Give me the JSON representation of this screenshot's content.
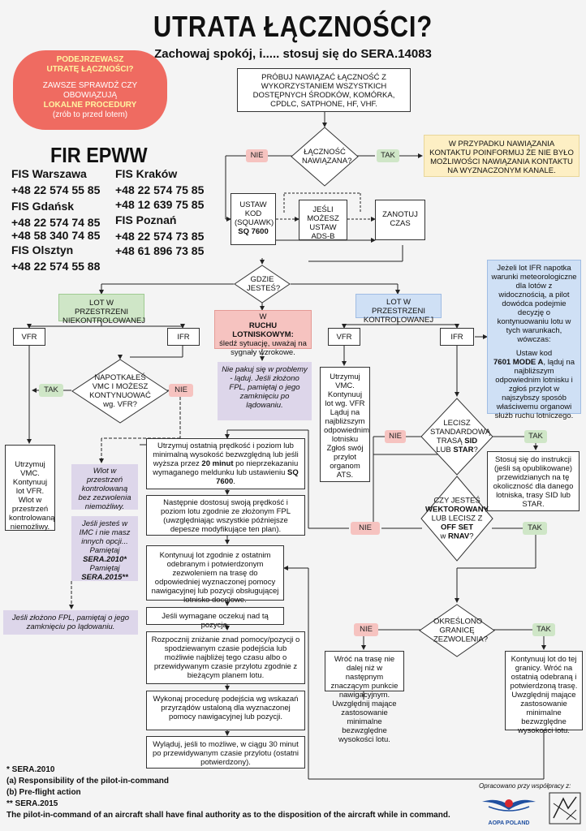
{
  "header": {
    "title": "UTRATA ŁĄCZNOŚCI?",
    "subtitle": "Zachowaj spokój, i..... stosuj się do SERA.14083"
  },
  "warning_bubble": {
    "line1": "PODEJRZEWASZ",
    "line2": "UTRATĘ ŁĄCZNOŚCI?",
    "line3": "ZAWSZE SPRAWDŹ CZY",
    "line4": "OBOWIĄZUJĄ",
    "line5": "LOKALNE PROCEDURY",
    "line6": "(zrób to przed lotem)"
  },
  "fir": {
    "title": "FIR EPWW",
    "left": [
      {
        "name": "FIS Warszawa",
        "numbers": [
          "+48 22 574 55 85"
        ]
      },
      {
        "name": "FIS Gdańsk",
        "numbers": [
          "+48 22 574 74 85",
          "+48 58 340 74 85"
        ]
      },
      {
        "name": "FIS Olsztyn",
        "numbers": [
          "+48 22 574 55 88"
        ]
      }
    ],
    "right": [
      {
        "name": "FIS Kraków",
        "numbers": [
          "+48 22 574 75 85",
          "+48 12 639 75 85"
        ]
      },
      {
        "name": "FIS Poznań",
        "numbers": [
          "+48 22 574 73 85",
          "+48 61 896 73 85"
        ]
      }
    ]
  },
  "flow": {
    "try_contact": "PRÓBUJ NAWIĄZAĆ ŁĄCZNOŚĆ Z WYKORZYSTANIEM WSZYSTKICH DOSTĘPNYCH ŚRODKÓW, KOMÓRKA, CPDLC, SATPHONE, HF, VHF.",
    "contact_q": "ŁĄCZNOŚĆ NAWIĄZANA?",
    "nie": "NIE",
    "tak": "TAK",
    "contact_yes": "W PRZYPADKU NAWIĄZANIA KONTAKTU POINFORMUJ ŻE NIE BYŁO MOŻLIWOŚCI NAWIĄZANIA KONTAKTU NA WYZNACZONYM KANALE.",
    "squawk_1": "USTAW KOD (SQUAWK)",
    "squawk_2": "SQ 7600",
    "adsb": "JEŚLI MOŻESZ USTAW ADS-B",
    "note_time": "ZANOTUJ CZAS",
    "where_q": "GDZIE JESTEŚ?",
    "uncontrolled": "LOT W PRZESTRZENI NIEKONTROLOWANEJ",
    "controlled": "LOT W PRZESTRZENI KONTROLOWANEJ",
    "traffic_1": "W",
    "traffic_2": "RUCHU LOTNISKOWYM:",
    "traffic_3": "śledź sytuację, uważaj na sygnały wzrokowe.",
    "traffic_note": "Nie pakuj się w problemy - ląduj. Jeśli złożono FPL, pamiętaj o jego zamknięciu po lądowaniu.",
    "vfr": "VFR",
    "ifr": "IFR",
    "vmc_q": "NAPOTKAŁEŚ VMC I MOŻESZ KONTYNUOWAĆ wg. VFR?",
    "keep_vmc": "Utrzymuj VMC. Kontynuuj lot VFR. Wlot w przestrzeń kontrolowaną niemożliwy.",
    "wlot_note": "Wlot w przestrzeń kontrolowaną bez zezwolenia niemożliwy.",
    "imc_note_1": "Jeśli jesteś w IMC i nie masz innych opcji... Pamiętaj",
    "imc_note_2": "SERA.2010*",
    "imc_note_3": "Pamiętaj",
    "imc_note_4": "SERA.2015**",
    "fpl_note": "Jeśli złożono FPL, pamiętaj o jego zamknięciu po lądowaniu.",
    "vfr_ctrl": "Utrzymuj VMC. Kontynuuj lot wg. VFR Ląduj na najbliższym odpowiednim lotnisku Zgłoś swój przylot organom ATS.",
    "step1_a": "Utrzymuj ostatnią prędkość i poziom lub minimalną wysokość bezwzględną lub jeśli wyższa przez",
    "step1_b": "20 minut",
    "step1_c": "po nieprzekazaniu wymaganego meldunku lub ustawieniu",
    "step1_d": "SQ 7600",
    "step2": "Następnie dostosuj swoją prędkość i poziom lotu zgodnie ze złożonym FPL (uwzględniając wszystkie późniejsze depesze modyfikujące ten plan).",
    "step3": "Kontynuuj lot zgodnie z ostatnim odebranym i potwierdzonym zezwoleniem na trasę do odpowiedniej wyznaczonej pomocy nawigacyjnej lub pozycji obsługującej lotnisko docelowe.",
    "step4": "Jeśli wymagane oczekuj nad tą pozycją.",
    "step5": "Rozpocznij zniżanie znad pomocy/pozycji o spodziewanym czasie podejścia lub możliwie najbliżej tego czasu albo o przewidywanym czasie przylotu zgodnie z bieżącym planem lotu.",
    "step6": "Wykonaj procedurę podejścia wg wskazań przyrządów ustaloną dla wyznaczonej pomocy nawigacyjnej lub pozycji.",
    "step7": "Wyląduj, jeśli to możliwe, w ciągu 30 minut po przewidywanym czasie przylotu (ostatni potwierdzony).",
    "ifr_vmc_1": "Jeżeli lot IFR napotka warunki meteorologiczne dla lotów z widocznością, a pilot dowódca podejmie decyzję o kontynuowaniu lotu w tych warunkach, wówczas:",
    "ifr_vmc_2": "Ustaw kod",
    "ifr_vmc_3": "7601 MODE A",
    "ifr_vmc_4": ", ląduj na najbliższym odpowiednim lotnisku i zgłoś przylot w najszybszy sposób właściwemu organowi służb ruchu lotniczego.",
    "star_q_1": "LECISZ STANDARDOWĄ TRASĄ",
    "star_q_2": "SID",
    "star_q_3": "LUB",
    "star_q_4": "STAR",
    "star_yes": "Stosuj się do instrukcji (jeśli są opublikowane) przewidzianych na tę okoliczność dla danego lotniska, trasy SID lub STAR.",
    "vec_q_1": "CZY JESTEŚ",
    "vec_q_2": "WEKTOROWANY",
    "vec_q_3": "LUB LECISZ Z",
    "vec_q_4": "OFF SET",
    "vec_q_5": "w",
    "vec_q_6": "RNAV",
    "limit_q": "OKREŚLONO GRANICĘ ZEZWOLENIA?",
    "limit_no": "Wróć na trasę nie dalej niż w następnym znaczącym punkcie nawigacyjnym. Uwzględnij mające zastosowanie minimalne bezwzględne wysokości lotu.",
    "limit_yes": "Kontynuuj lot do tej granicy. Wróć na ostatnią odebraną i potwierdzoną trasę. Uwzględnij mające zastosowanie minimalne bezwzględne wysokości lotu."
  },
  "footer": {
    "line1": "*  SERA.2010",
    "line2": "(a) Responsibility of the pilot-in-command",
    "line3": "(b) Pre-flight action",
    "line4": "** SERA.2015",
    "line5": "The pilot-in-command of an aircraft shall have final authority as to the disposition of the aircraft while in command.",
    "credit": "Opracowano przy współpracy z:",
    "aopa": "AOPA POLAND"
  },
  "colors": {
    "bubble": "#ef6b61",
    "nie": "#f6c3c0",
    "tak": "#cfe6c7",
    "uncontrolled": "#cfe6c7",
    "controlled": "#cfe0f5",
    "traffic": "#f6c3c0",
    "note": "#ddd6ea",
    "info_yellow": "#fdefc4",
    "info_blue": "#cfe0f5",
    "aopa_blue": "#1f4fa0",
    "aopa_red": "#d8282f"
  }
}
